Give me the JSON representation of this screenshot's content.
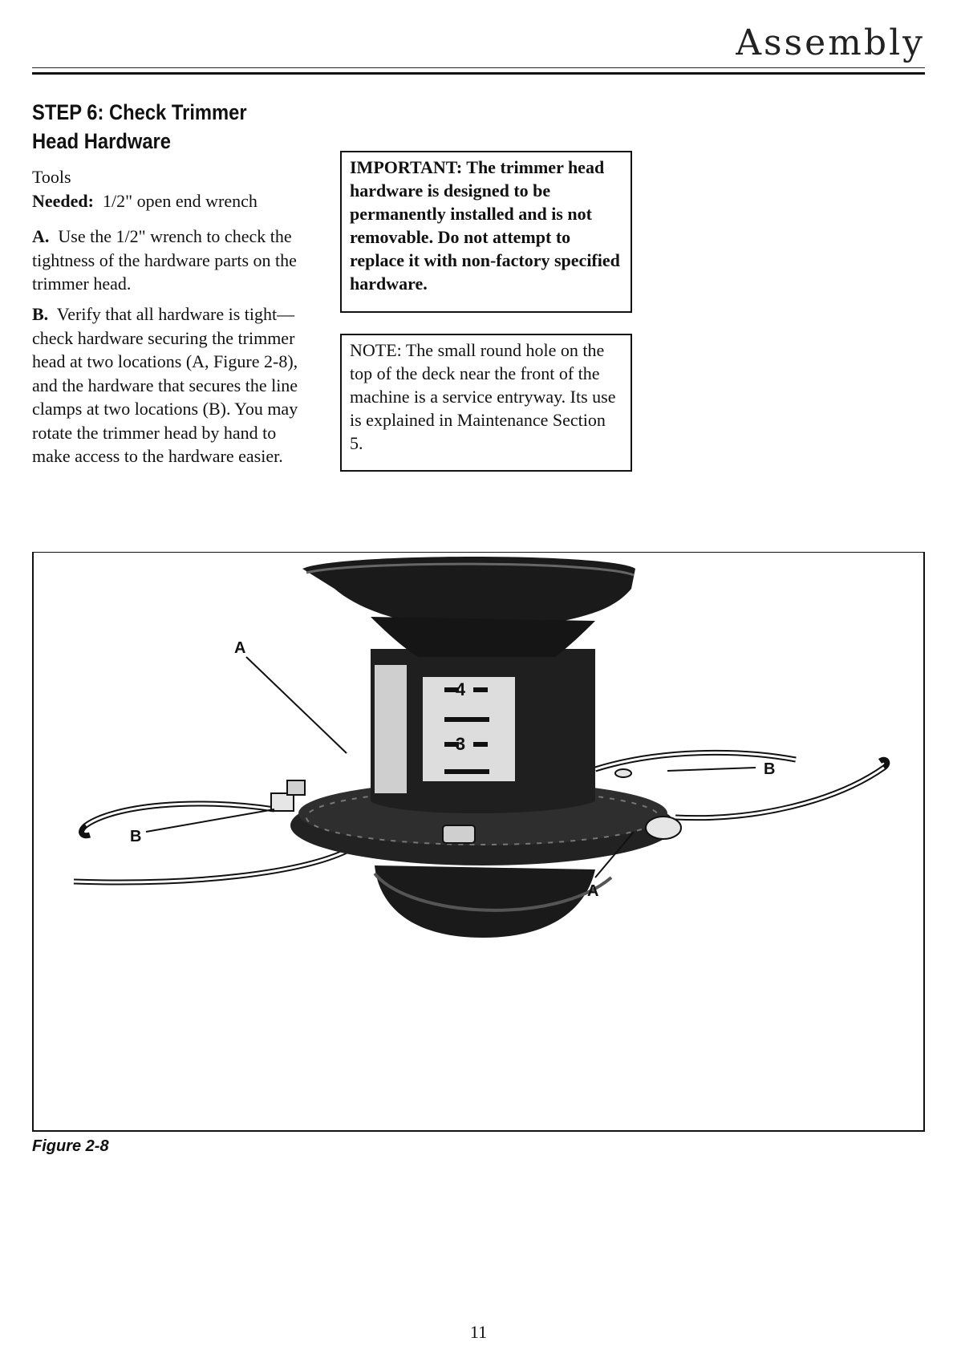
{
  "header": {
    "section": "Assembly"
  },
  "step": {
    "title_line1": "STEP 6: Check Trimmer",
    "title_line2": "Head Hardware"
  },
  "tools": {
    "label": "Tools",
    "needed_label": "Needed:",
    "needed_value": "1/2\" open end wrench"
  },
  "para_a": {
    "marker": "A.",
    "text": "Use the 1/2\" wrench to check the tightness of the hardware parts on the trimmer head."
  },
  "para_b": {
    "marker": "B.",
    "text": "Verify that all hardware is tight— check hardware securing the trimmer head at two locations (A, Figure 2-8), and the hardware that secures the line clamps at two locations (B). You may rotate the trimmer head by hand to make access to the hardware easier."
  },
  "important_box": {
    "text": "IMPORTANT: The trimmer head hardware is designed to be permanently installed and is not removable. Do not attempt to replace it with non-factory specified hardware."
  },
  "note_box": {
    "text": "NOTE: The small round hole on the top of the deck near the front of the machine is a service entryway. Its use is explained in Maintenance Section 5."
  },
  "figure": {
    "caption": "Figure 2-8",
    "callouts": {
      "a_upper": "A",
      "a_lower": "A",
      "b_left": "B",
      "b_right": "B"
    },
    "ruler_marks": {
      "upper": "4",
      "lower": "3"
    }
  },
  "page_number": "11"
}
